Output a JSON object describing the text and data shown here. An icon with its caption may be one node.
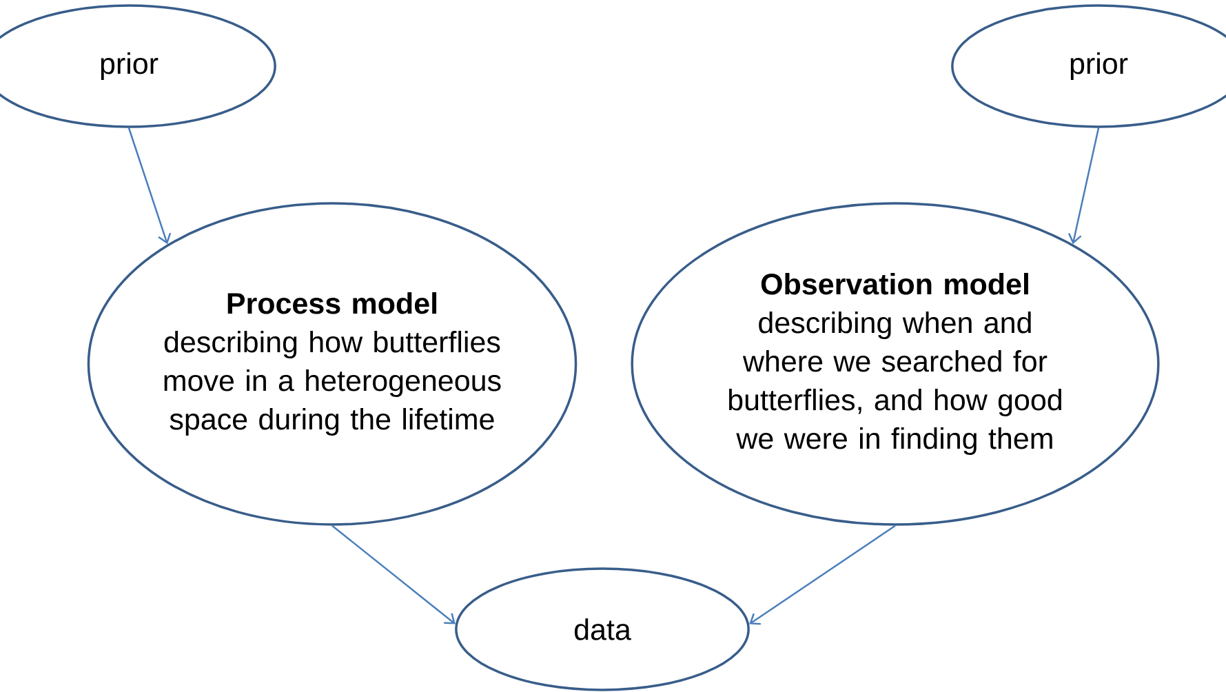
{
  "diagram": {
    "nodes": [
      {
        "text": [
          "prior"
        ]
      },
      {
        "text": [
          "prior"
        ]
      },
      {
        "text": [
          "Process model",
          "describing how butterflies move in a heterogeneous space during the lifetime"
        ]
      },
      {
        "text": [
          "Observation model",
          "describing when and where we searched for butterflies, and how good we were in finding them"
        ]
      },
      {
        "text": [
          "data"
        ]
      }
    ],
    "edges": [
      {
        "from": 0,
        "to": 2,
        "arrow": "to"
      },
      {
        "from": 1,
        "to": 3,
        "arrow": "to"
      },
      {
        "from": 2,
        "to": 4,
        "arrow": "to"
      },
      {
        "from": 3,
        "to": 4,
        "arrow": "to"
      }
    ]
  }
}
